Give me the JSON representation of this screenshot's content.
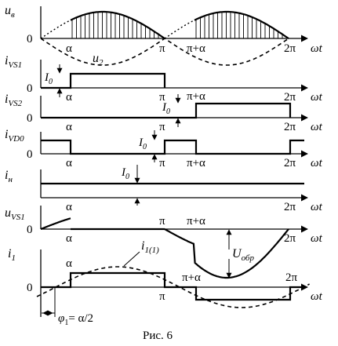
{
  "caption": "Рис. 6",
  "labels": {
    "alpha": "α",
    "pi": "π",
    "pi_alpha": "π+α",
    "two_pi": "2π",
    "omega_t": "ωt",
    "zero": "0",
    "I0": "I",
    "I0_sub": "0",
    "u2": "u",
    "u2_sub": "2",
    "U_obr": "U",
    "U_obr_sub": "обр",
    "i1_1": "i",
    "i1_1_sub": "1(1)",
    "phi_base": "φ",
    "phi_sub": "1",
    "phi_rest": "= α/2"
  },
  "panels": [
    {
      "id": "ud",
      "base": "u",
      "sub": "в"
    },
    {
      "id": "ivs1",
      "base": "i",
      "sub": "VS1"
    },
    {
      "id": "ivs2",
      "base": "i",
      "sub": "VS2"
    },
    {
      "id": "ivd0",
      "base": "i",
      "sub": "VD0"
    },
    {
      "id": "in",
      "base": "i",
      "sub": "н"
    },
    {
      "id": "uvs1",
      "base": "u",
      "sub": "VS1"
    },
    {
      "id": "i1",
      "base": "i",
      "sub": "1"
    }
  ]
}
